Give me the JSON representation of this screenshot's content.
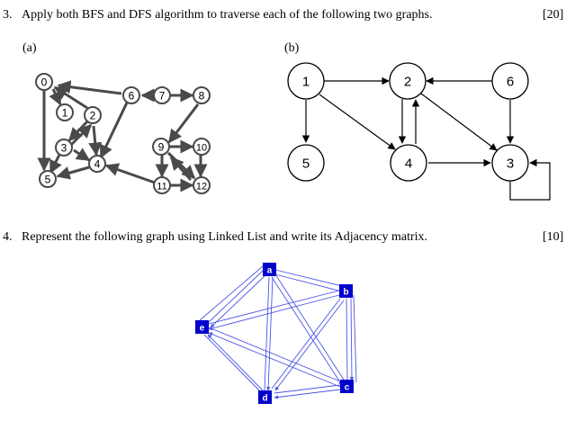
{
  "q3": {
    "number": "3.",
    "text": "Apply both BFS and DFS algorithm to traverse each of the following two graphs.",
    "marks": "[20]",
    "part_a_label": "(a)",
    "part_b_label": "(b)"
  },
  "graph_a": {
    "nodes": [
      "0",
      "1",
      "2",
      "3",
      "4",
      "5",
      "6",
      "7",
      "8",
      "9",
      "10",
      "11",
      "12"
    ]
  },
  "graph_b": {
    "nodes": [
      "1",
      "2",
      "6",
      "5",
      "4",
      "3"
    ]
  },
  "q4": {
    "number": "4.",
    "text": "Represent the following graph using Linked List and write its Adjacency matrix.",
    "marks": "[10]"
  },
  "graph_c": {
    "nodes": [
      "a",
      "b",
      "c",
      "d",
      "e"
    ],
    "colors": {
      "node_fill": "#0000cc",
      "edge": "#4b55e6"
    }
  }
}
